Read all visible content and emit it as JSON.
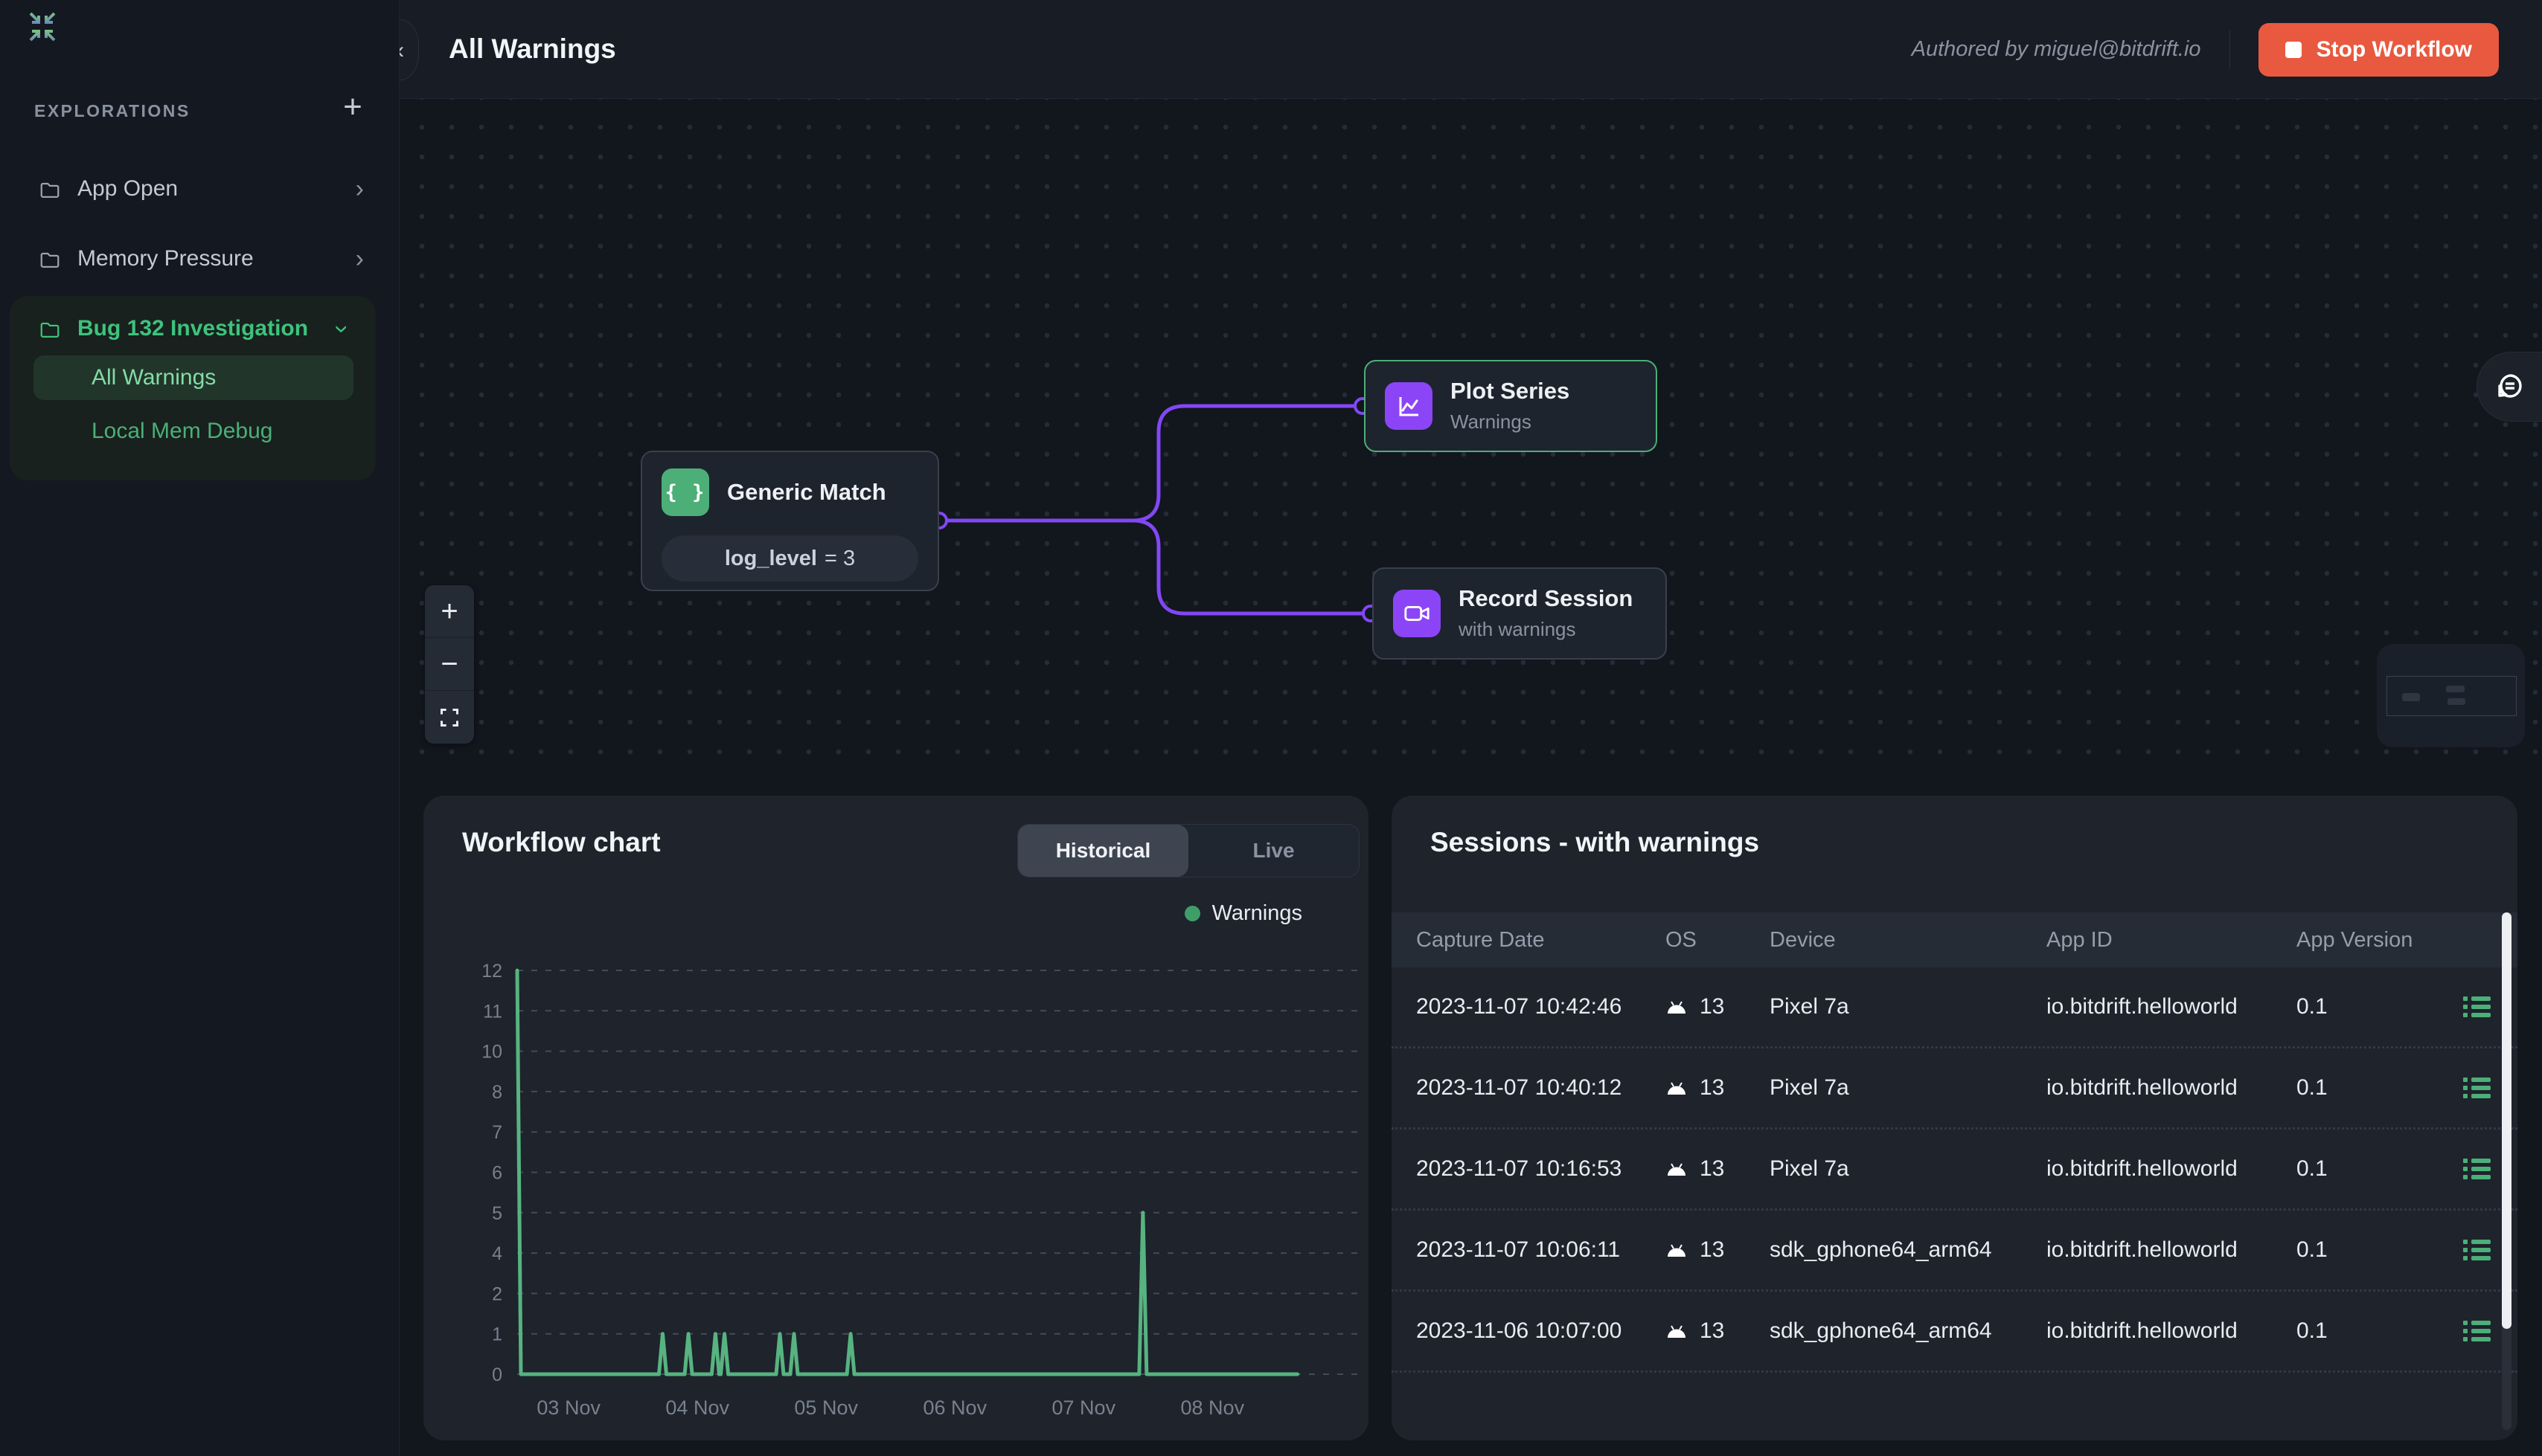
{
  "topbar": {
    "title": "All Warnings",
    "authored": "Authored by miguel@bitdrift.io",
    "stop_label": "Stop Workflow"
  },
  "sidebar": {
    "section_label": "EXPLORATIONS",
    "items": [
      {
        "label": "App Open",
        "state": "collapsed"
      },
      {
        "label": "Memory Pressure",
        "state": "collapsed"
      },
      {
        "label": "Bug 132 Investigation",
        "state": "expanded",
        "children": [
          {
            "label": "All Warnings",
            "active": true
          },
          {
            "label": "Local Mem Debug",
            "active": false
          }
        ]
      }
    ]
  },
  "canvas": {
    "nodes": {
      "generic_match": {
        "title": "Generic Match",
        "icon_glyph": "{ }",
        "condition_key": "log_level",
        "condition_rest": "= 3"
      },
      "plot_series": {
        "title": "Plot Series",
        "subtitle": "Warnings"
      },
      "record_session": {
        "title": "Record Session",
        "subtitle": "with warnings"
      }
    }
  },
  "chart_panel": {
    "title": "Workflow chart",
    "tabs": [
      "Historical",
      "Live"
    ],
    "active_tab": "Historical",
    "legend_label": "Warnings"
  },
  "chart_data": {
    "type": "line",
    "title": "Workflow chart",
    "series": [
      {
        "name": "Warnings",
        "color": "#57B380"
      }
    ],
    "ylim": [
      0,
      12
    ],
    "y_ticks": [
      "12",
      "11",
      "10",
      "8",
      "7",
      "6",
      "5",
      "4",
      "2",
      "1",
      "0"
    ],
    "x_ticks": [
      {
        "day": 3,
        "label": "03 Nov"
      },
      {
        "day": 4,
        "label": "04 Nov"
      },
      {
        "day": 5,
        "label": "05 Nov"
      },
      {
        "day": 6,
        "label": "06 Nov"
      },
      {
        "day": 7,
        "label": "07 Nov"
      },
      {
        "day": 8,
        "label": "08 Nov"
      }
    ],
    "x_domain": [
      2.6,
      9.16
    ],
    "x_end": 8.66,
    "grid": "dashed-horizontal",
    "legend_position": "top-right",
    "points": [
      {
        "day": 2.6,
        "value": 12
      },
      {
        "day": 3.73,
        "value": 1
      },
      {
        "day": 3.93,
        "value": 1
      },
      {
        "day": 4.14,
        "value": 1
      },
      {
        "day": 4.21,
        "value": 1
      },
      {
        "day": 4.64,
        "value": 1
      },
      {
        "day": 4.75,
        "value": 1
      },
      {
        "day": 5.19,
        "value": 1
      },
      {
        "day": 7.46,
        "value": 5
      }
    ]
  },
  "sessions": {
    "title": "Sessions - with warnings",
    "columns": [
      "Capture Date",
      "OS",
      "Device",
      "App ID",
      "App Version"
    ],
    "rows": [
      {
        "capture_date": "2023-11-07 10:42:46",
        "os": "13",
        "device": "Pixel 7a",
        "app_id": "io.bitdrift.helloworld",
        "app_version": "0.1"
      },
      {
        "capture_date": "2023-11-07 10:40:12",
        "os": "13",
        "device": "Pixel 7a",
        "app_id": "io.bitdrift.helloworld",
        "app_version": "0.1"
      },
      {
        "capture_date": "2023-11-07 10:16:53",
        "os": "13",
        "device": "Pixel 7a",
        "app_id": "io.bitdrift.helloworld",
        "app_version": "0.1"
      },
      {
        "capture_date": "2023-11-07 10:06:11",
        "os": "13",
        "device": "sdk_gphone64_arm64",
        "app_id": "io.bitdrift.helloworld",
        "app_version": "0.1"
      },
      {
        "capture_date": "2023-11-06 10:07:00",
        "os": "13",
        "device": "sdk_gphone64_arm64",
        "app_id": "io.bitdrift.helloworld",
        "app_version": "0.1"
      }
    ]
  },
  "icons": {
    "logo": "bitdrift-starburst-logo",
    "add": "plus-icon",
    "collapse": "chevron-left-icon",
    "folder": "folder-icon",
    "expand_item": "chevron-right-icon",
    "expanded_item": "chevron-down-icon",
    "stop": "stop-square-icon",
    "generic_match": "braces-icon",
    "plot_series": "line-chart-icon",
    "record_session": "video-camera-icon",
    "zoom_in": "plus-icon",
    "zoom_out": "minus-icon",
    "fit_view": "fit-view-icon",
    "chat": "chat-bubble-icon",
    "os": "android-icon",
    "row_action": "list-icon"
  },
  "colors": {
    "accent_green": "#4CAF78",
    "chart_line_green": "#57B380",
    "accent_purple": "#8B45F7",
    "edge_purple": "#8247F5",
    "stop_orange": "#E8593F",
    "panel_bg": "#1E232C",
    "page_bg": "#12161D"
  }
}
